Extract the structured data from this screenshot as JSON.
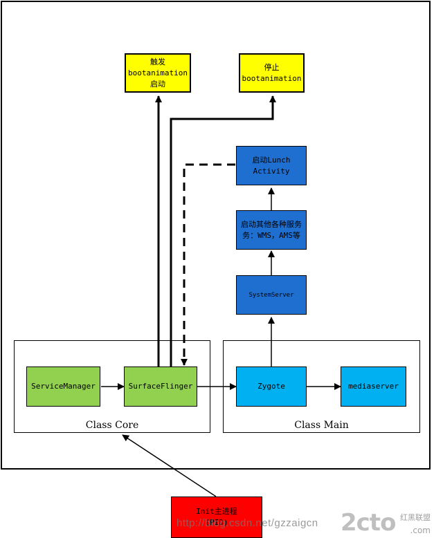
{
  "nodes": {
    "trigger_boot": "触发\nbootanimation\n启动",
    "stop_boot": "停止\nbootanimation",
    "launch_activity": "启动Lunch\nActivity",
    "start_services": "启动其他各种服务\n务：WMS，AMS等",
    "system_server": "SystemServer",
    "service_manager": "ServiceManager",
    "surface_flinger": "SurfaceFlinger",
    "zygote": "Zygote",
    "mediaserver": "mediaserver",
    "init": "Init主进程\n(PID)"
  },
  "groups": {
    "core_label": "Class Core",
    "main_label": "Class Main"
  },
  "watermark": {
    "url": "http://blog.csdn.net/gzzaigcn",
    "logo": "2cto",
    "logo_sub": "红黑联盟",
    "logo_suffix": ".com"
  },
  "colors": {
    "yellow": "#ffff00",
    "blue": "#1f6fd0",
    "cyan": "#00b0f0",
    "green": "#92d050",
    "red": "#ff0000"
  }
}
